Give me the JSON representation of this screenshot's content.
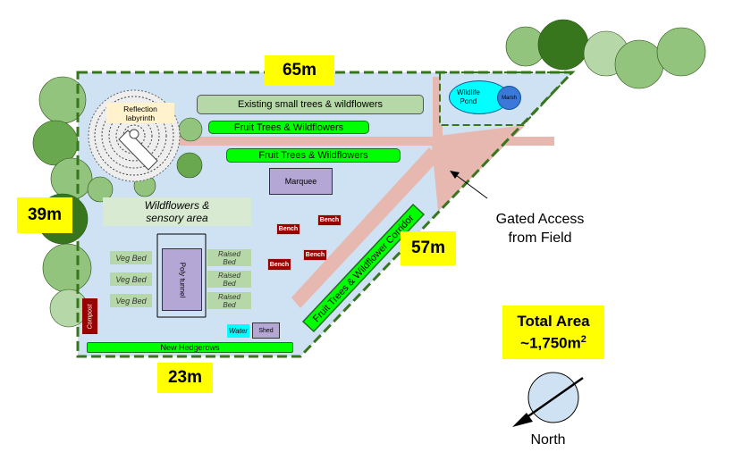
{
  "dimensions": {
    "top": "65m",
    "left": "39m",
    "bottom": "23m",
    "diagonal": "57m"
  },
  "areas": {
    "existing_trees": "Existing small trees & wildflowers",
    "fruit_trees_1": "Fruit Trees & Wildflowers",
    "fruit_trees_2": "Fruit Trees & Wildflowers",
    "marquee": "Marquee",
    "wildflowers_sensory": "Wildflowers &\nsensory area",
    "reflection_labyrinth": "Reflection\nlabyrinth",
    "wildlife_pond": "Wildlife\nPond",
    "marsh": "Marsh",
    "poly_tunnel": "Poly tunnel",
    "compost": "Compost",
    "water": "Water",
    "shed": "Shed",
    "new_hedgerows": "New Hedgerows",
    "corridor": "Fruit Trees & Wildflower Corridor"
  },
  "veg_beds": [
    "Veg Bed",
    "Veg Bed",
    "Veg Bed"
  ],
  "raised_beds": [
    "Raised\nBed",
    "Raised\nBed",
    "Raised\nBed"
  ],
  "benches": [
    "Bench",
    "Bench",
    "Bench",
    "Bench"
  ],
  "gated_access": "Gated Access\nfrom Field",
  "total_area": {
    "label": "Total Area",
    "value": "~1,750m",
    "superscript": "2"
  },
  "compass": {
    "label": "North"
  },
  "colors": {
    "field": "#cfe2f3",
    "boundary": "#38761d",
    "path": "#e6b8af",
    "tree_light": "#93c47d",
    "tree_dark": "#38761d",
    "highlight": "#ffff00",
    "strip": "#00ff00",
    "marquee": "#b4a7d6",
    "bench": "#990000",
    "pond": "#00ffff",
    "marsh": "#3c78d8"
  }
}
